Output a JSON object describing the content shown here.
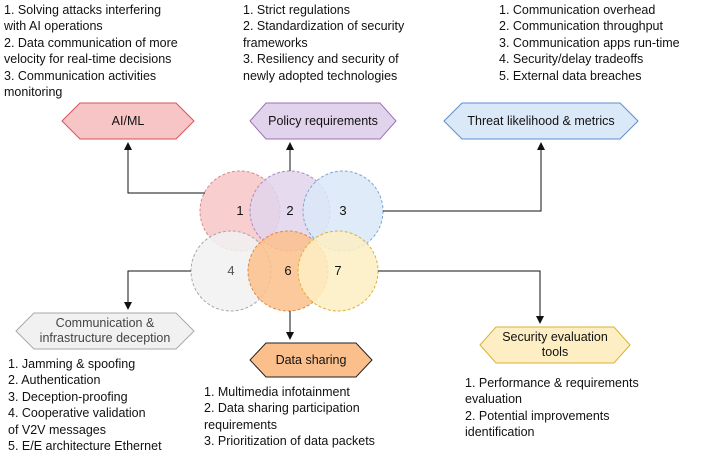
{
  "nodes": {
    "aiml": {
      "label": "AI/ML",
      "items": "1. Solving attacks interfering\nwith AI operations\n2. Data communication of more\nvelocity for real-time decisions\n3. Communication activities\nmonitoring",
      "fill": "#f7c5c5",
      "stroke": "#d9515a"
    },
    "policy": {
      "label": "Policy requirements",
      "items": "1. Strict regulations\n2. Standardization of security\nframeworks\n3. Resiliency and security of\nnewly adopted technologies",
      "fill": "#e2d3ec",
      "stroke": "#9a73b6"
    },
    "threat": {
      "label": "Threat likelihood & metrics",
      "items": "1. Communication overhead\n2. Communication throughput\n3. Communication apps run-time\n4. Security/delay tradeoffs\n5. External data breaches",
      "fill": "#dbe8f8",
      "stroke": "#5b8fd0"
    },
    "comm": {
      "label": "Communication &\ninfrastructure deception",
      "items": "1. Jamming & spoofing\n2. Authentication\n3. Deception-proofing\n4. Cooperative validation\nof V2V messages\n5. E/E architecture Ethernet",
      "fill": "#f1f1f1",
      "stroke": "#a8a8a8"
    },
    "sharing": {
      "label": "Data sharing",
      "items": "1. Multimedia infotainment\n2. Data sharing participation\nrequirements\n3. Prioritization of data packets",
      "fill": "#fbbf8c",
      "stroke": "#222222"
    },
    "eval": {
      "label": "Security evaluation\ntools",
      "items": "1. Performance & requirements\nevaluation\n2. Potential improvements\nidentification",
      "fill": "#fdefc3",
      "stroke": "#d9b23b"
    }
  },
  "circles": [
    {
      "number": "1",
      "fill": "#f7c5c5",
      "stroke": "#d98b8b"
    },
    {
      "number": "2",
      "fill": "#e2d3ec",
      "stroke": "#a88cc0"
    },
    {
      "number": "3",
      "fill": "#dbe8f8",
      "stroke": "#7fa6d6"
    },
    {
      "number": "4",
      "fill": "#f1f1f1",
      "stroke": "#a8a8a8"
    },
    {
      "number": "6",
      "fill": "#fbbf8c",
      "stroke": "#e08a45"
    },
    {
      "number": "7",
      "fill": "#fdefc3",
      "stroke": "#d9b23b"
    }
  ]
}
